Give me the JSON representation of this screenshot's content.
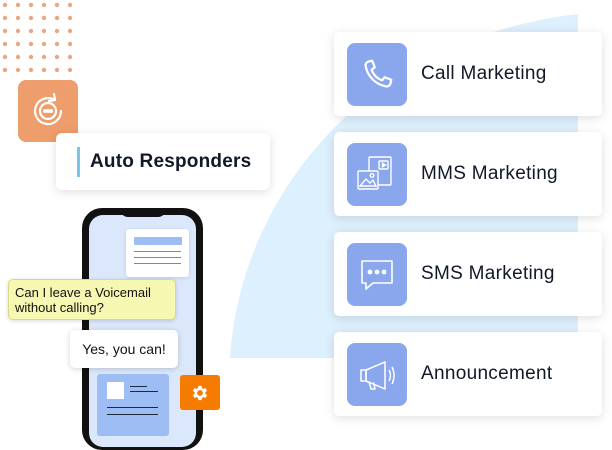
{
  "auto_responders": {
    "label": "Auto Responders"
  },
  "phone": {
    "question": "Can I leave a Voicemail without calling?",
    "answer": "Yes, you can!"
  },
  "services": [
    {
      "label": "Call Marketing",
      "icon": "phone-icon"
    },
    {
      "label": "MMS Marketing",
      "icon": "media-icon"
    },
    {
      "label": "SMS Marketing",
      "icon": "chat-dots-icon"
    },
    {
      "label": "Announcement",
      "icon": "megaphone-icon"
    }
  ],
  "colors": {
    "accent_orange": "#f57c00",
    "tile_orange": "#ee9d6c",
    "tile_blue": "#8aa7ee",
    "arc_blue": "#ddf0fd",
    "question_yellow": "#f6f7b0"
  }
}
